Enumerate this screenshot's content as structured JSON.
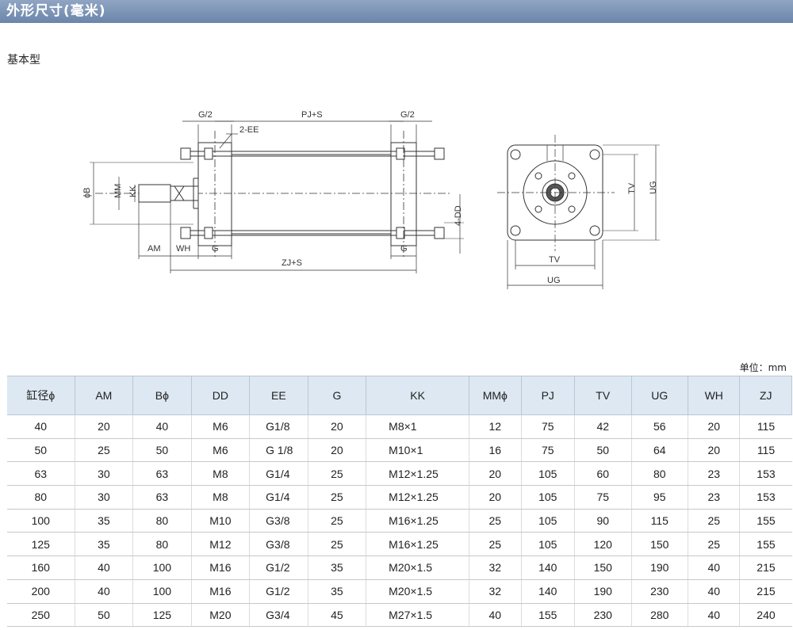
{
  "header": {
    "title": "外形尺寸(毫米)",
    "accent": "#6b86ab"
  },
  "subtitle": "基本型",
  "unit_note": "单位：mm",
  "drawing": {
    "labels": {
      "g2_left": "G/2",
      "pj_s": "PJ+S",
      "g2_right": "G/2",
      "ee": "2-EE",
      "phi_b": "ϕB",
      "mm": "MM",
      "kk": "KK",
      "am": "AM",
      "wh": "WH",
      "g_left": "G",
      "g_right": "G",
      "dd": "4-DD",
      "zj_s": "ZJ+S",
      "tv_bottom": "TV",
      "ug_bottom": "UG",
      "tv_side": "TV",
      "ug_side": "UG"
    }
  },
  "table": {
    "headers": [
      "缸径ϕ",
      "AM",
      "Bϕ",
      "DD",
      "EE",
      "G",
      "KK",
      "MMϕ",
      "PJ",
      "TV",
      "UG",
      "WH",
      "ZJ"
    ],
    "rows": [
      [
        "40",
        "20",
        "40",
        "M6",
        "G1/8",
        "20",
        "M8×1",
        "12",
        "75",
        "42",
        "56",
        "20",
        "115"
      ],
      [
        "50",
        "25",
        "50",
        "M6",
        "G 1/8",
        "20",
        "M10×1",
        "16",
        "75",
        "50",
        "64",
        "20",
        "115"
      ],
      [
        "63",
        "30",
        "63",
        "M8",
        "G1/4",
        "25",
        "M12×1.25",
        "20",
        "105",
        "60",
        "80",
        "23",
        "153"
      ],
      [
        "80",
        "30",
        "63",
        "M8",
        "G1/4",
        "25",
        "M12×1.25",
        "20",
        "105",
        "75",
        "95",
        "23",
        "153"
      ],
      [
        "100",
        "35",
        "80",
        "M10",
        "G3/8",
        "25",
        "M16×1.25",
        "25",
        "105",
        "90",
        "115",
        "25",
        "155"
      ],
      [
        "125",
        "35",
        "80",
        "M12",
        "G3/8",
        "25",
        "M16×1.25",
        "25",
        "105",
        "120",
        "150",
        "25",
        "155"
      ],
      [
        "160",
        "40",
        "100",
        "M16",
        "G1/2",
        "35",
        "M20×1.5",
        "32",
        "140",
        "150",
        "190",
        "40",
        "215"
      ],
      [
        "200",
        "40",
        "100",
        "M16",
        "G1/2",
        "35",
        "M20×1.5",
        "32",
        "140",
        "190",
        "230",
        "40",
        "215"
      ],
      [
        "250",
        "50",
        "125",
        "M20",
        "G3/4",
        "45",
        "M27×1.5",
        "40",
        "155",
        "230",
        "280",
        "40",
        "240"
      ]
    ]
  }
}
